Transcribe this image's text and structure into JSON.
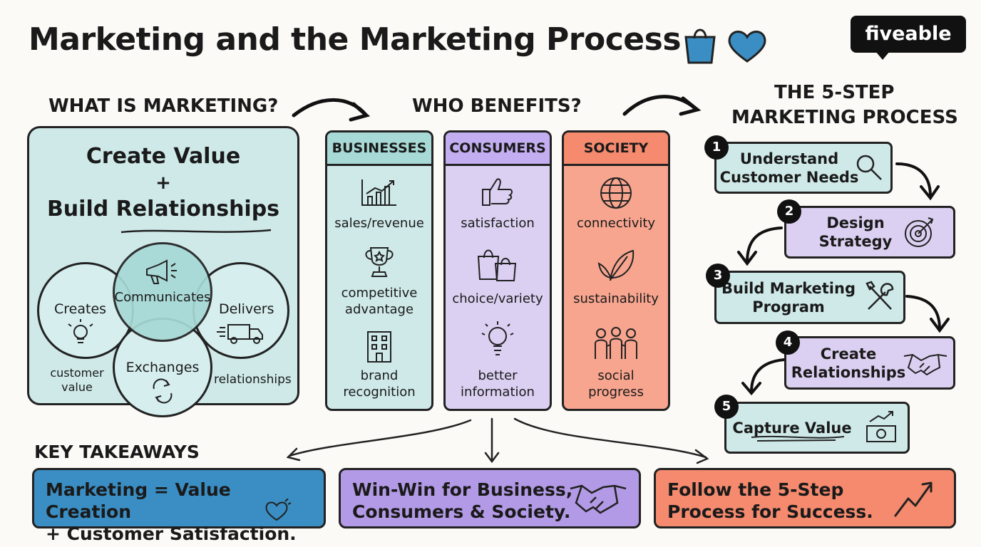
{
  "title": "Marketing and the Marketing Process",
  "logo": "fiveable",
  "sections": {
    "what": "WHAT IS MARKETING?",
    "who": "WHO BENEFITS?",
    "process_line1": "THE 5-STEP",
    "process_line2": "MARKETING PROCESS"
  },
  "what_panel": {
    "line1": "Create Value",
    "plus": "+",
    "line2": "Build Relationships",
    "venn": [
      "Creates",
      "Communicates",
      "Delivers",
      "Exchanges"
    ],
    "side_left": "customer value",
    "side_right": "relationships"
  },
  "columns": [
    {
      "header": "BUSINESSES",
      "items": [
        "sales/revenue",
        "competitive advantage",
        "brand recognition"
      ]
    },
    {
      "header": "CONSUMERS",
      "items": [
        "satisfaction",
        "choice/variety",
        "better information"
      ]
    },
    {
      "header": "SOCIETY",
      "items": [
        "connectivity",
        "sustainability",
        "social progress"
      ]
    }
  ],
  "steps": [
    {
      "num": "1",
      "line1": "Understand",
      "line2": "Customer Needs"
    },
    {
      "num": "2",
      "line1": "Design",
      "line2": "Strategy"
    },
    {
      "num": "3",
      "line1": "Build Marketing",
      "line2": "Program"
    },
    {
      "num": "4",
      "line1": "Create",
      "line2": "Relationships"
    },
    {
      "num": "5",
      "line1": "Capture Value",
      "line2": ""
    }
  ],
  "key_takeaways": "KEY TAKEAWAYS",
  "takeaways": [
    {
      "line1": "Marketing = Value Creation",
      "line2": "+ Customer Satisfaction."
    },
    {
      "line1": "Win-Win for Business,",
      "line2": "Consumers & Society."
    },
    {
      "line1": "Follow the 5-Step",
      "line2": "Process for Success."
    }
  ],
  "colors": {
    "teal": "#cfe9e9",
    "purple": "#dcd0f2",
    "salmon": "#f7a58f",
    "blue": "#3a8ec4",
    "violet": "#b39ae6",
    "orange": "#f58a6e"
  }
}
